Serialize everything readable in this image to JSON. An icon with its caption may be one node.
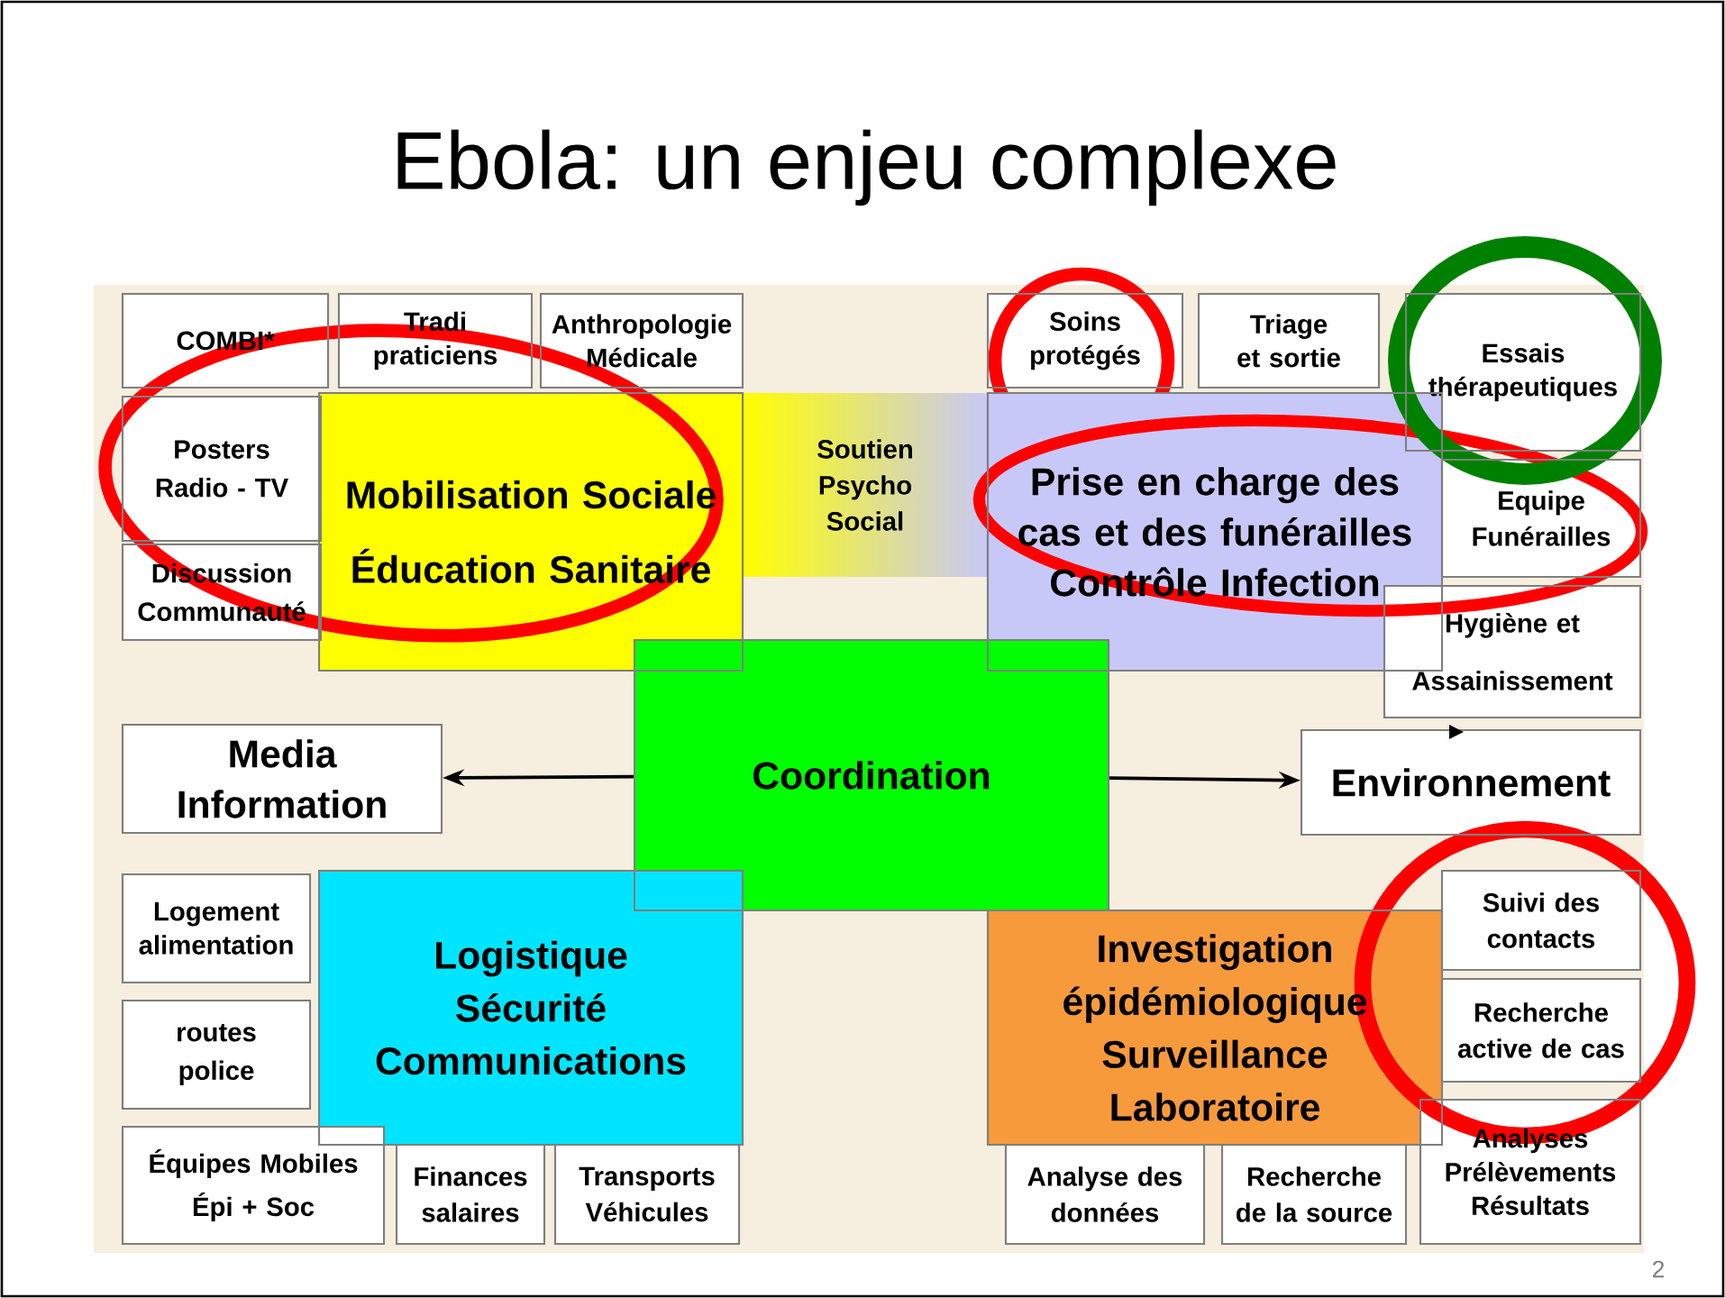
{
  "diagram": {
    "title": "Ebola: un enjeu complexe",
    "nodes": [
      {
        "text": [
          "COMBI*"
        ]
      },
      {
        "text": [
          "Tradi praticiens"
        ]
      },
      {
        "text": [
          "Anthropologie Médicale"
        ]
      },
      {
        "text": [
          "Posters Radio - TV"
        ]
      },
      {
        "text": [
          "Discussion Communauté"
        ]
      },
      {
        "text": [
          "Mobilisation Sociale Éducation Sanitaire"
        ]
      },
      {
        "text": [
          "Soutien Psycho Social"
        ]
      },
      {
        "text": [
          "Soins protégés"
        ]
      },
      {
        "text": [
          "Triage et sortie"
        ]
      },
      {
        "text": [
          "Essais thérapeutiques"
        ]
      },
      {
        "text": [
          "Prise en charge des cas et des funérailles Contrôle Infection"
        ]
      },
      {
        "text": [
          "Equipe Funérailles"
        ]
      },
      {
        "text": [
          "Hygiène et Assainissement"
        ]
      },
      {
        "text": [
          "Media Information"
        ]
      },
      {
        "text": [
          "Coordination"
        ]
      },
      {
        "text": [
          "Environnement"
        ]
      },
      {
        "text": [
          "Logement alimentation"
        ]
      },
      {
        "text": [
          "routes police"
        ]
      },
      {
        "text": [
          "Logistique Sécurité Communications"
        ]
      },
      {
        "text": [
          "Équipes Mobiles Épi + Soc"
        ]
      },
      {
        "text": [
          "Finances salaires"
        ]
      },
      {
        "text": [
          "Transports Véhicules"
        ]
      },
      {
        "text": [
          "Investigation épidémiologique Surveillance Laboratoire"
        ]
      },
      {
        "text": [
          "Suivi des contacts"
        ]
      },
      {
        "text": [
          "Recherche active de cas"
        ]
      },
      {
        "text": [
          "Analyse des données"
        ]
      },
      {
        "text": [
          "Recherche de la source"
        ]
      },
      {
        "text": [
          "Analyses Prélèvements Résultats"
        ]
      }
    ],
    "edges": [
      {
        "from": 14,
        "to": 13,
        "arrow": "to"
      },
      {
        "from": 14,
        "to": 15,
        "arrow": "to"
      }
    ],
    "labels": [
      "2"
    ]
  }
}
